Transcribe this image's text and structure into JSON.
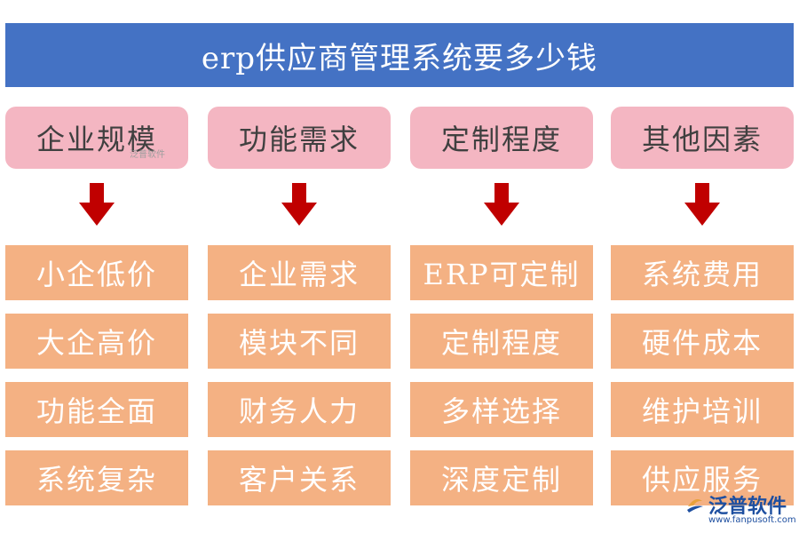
{
  "title": "erp供应商管理系统要多少钱",
  "columns": [
    {
      "header": "企业规模",
      "items": [
        "小企低价",
        "大企高价",
        "功能全面",
        "系统复杂"
      ]
    },
    {
      "header": "功能需求",
      "items": [
        "企业需求",
        "模块不同",
        "财务人力",
        "客户关系"
      ]
    },
    {
      "header": "定制程度",
      "items": [
        "ERP可定制",
        "定制程度",
        "多样选择",
        "深度定制"
      ]
    },
    {
      "header": "其他因素",
      "items": [
        "系统费用",
        "硬件成本",
        "维护培训",
        "供应服务"
      ]
    }
  ],
  "watermark": {
    "small": "泛普软件",
    "name": "泛普软件",
    "url": "www.fanpusoft.com"
  },
  "colors": {
    "title_bg": "#4472c4",
    "header_bg": "#f4b6c2",
    "item_bg": "#f4b183",
    "arrow": "#c00000",
    "brand": "#1e4fa0"
  }
}
